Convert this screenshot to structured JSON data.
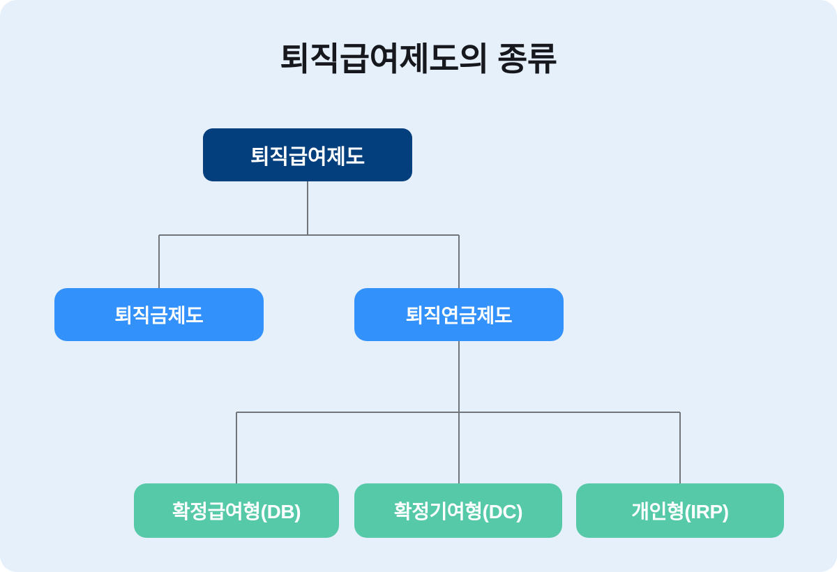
{
  "page": {
    "title": "퇴직급여제도의 종류",
    "background_color": "#e6f0fb",
    "canvas_color": "#ffffff",
    "title_color": "#16181d",
    "connector_color": "#70757c"
  },
  "diagram": {
    "type": "tree",
    "root": {
      "id": "node-root",
      "label": "퇴직급여제도",
      "level": 1,
      "color": "#043f7d",
      "text_color": "#ffffff"
    },
    "level_two": [
      {
        "id": "node-severance",
        "label": "퇴직금제도",
        "level": 2,
        "color": "#3391fb",
        "text_color": "#ffffff",
        "children": []
      },
      {
        "id": "node-pension",
        "label": "퇴직연금제도",
        "level": 2,
        "color": "#3391fb",
        "text_color": "#ffffff",
        "children": [
          "node-db",
          "node-dc",
          "node-irp"
        ]
      }
    ],
    "level_three": [
      {
        "id": "node-db",
        "label": "확정급여형(DB)",
        "level": 3,
        "color": "#56c9a8",
        "text_color": "#ffffff",
        "parent": "node-pension"
      },
      {
        "id": "node-dc",
        "label": "확정기여형(DC)",
        "level": 3,
        "color": "#56c9a8",
        "text_color": "#ffffff",
        "parent": "node-pension"
      },
      {
        "id": "node-irp",
        "label": "개인형(IRP)",
        "level": 3,
        "color": "#56c9a8",
        "text_color": "#ffffff",
        "parent": "node-pension"
      }
    ]
  }
}
